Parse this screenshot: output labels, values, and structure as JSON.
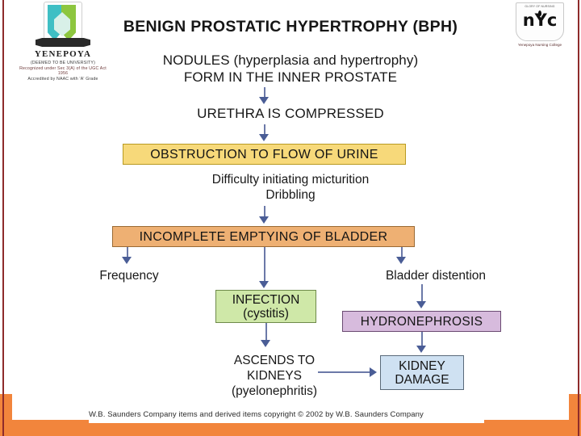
{
  "slide": {
    "title": "BENIGN PROSTATIC HYPERTROPHY (BPH)",
    "copyright": "W.B. Saunders Company items and derived items copyright © 2002 by W.B. Saunders Company",
    "colors": {
      "band": "#f2853c",
      "edge_rule": "#8e2b2b",
      "connector": "#6b79a8",
      "arrow": "#4a5d96"
    }
  },
  "logo_left": {
    "name": "YENEPOYA",
    "line1": "(DEEMED TO BE UNIVERSITY)",
    "line2": "Recognized under Sec 3(A) of the UGC Act 1956",
    "line3": "Accredited by NAAC with 'A' Grade"
  },
  "logo_right": {
    "motto": "GLORY OF NURSING",
    "monogram": "nYc",
    "name": "Yenepoya Nursing College"
  },
  "flow": {
    "lead_line1": "NODULES (hyperplasia and hypertrophy)",
    "lead_line2": "FORM IN THE INNER PROSTATE",
    "urethra": "URETHRA IS COMPRESSED",
    "obstruction": "OBSTRUCTION TO FLOW OF URINE",
    "symptom1": "Difficulty initiating micturition",
    "symptom2": "Dribbling",
    "incomplete": "INCOMPLETE EMPTYING OF BLADDER",
    "frequency": "Frequency",
    "bladder_distention": "Bladder distention",
    "infection_line1": "INFECTION",
    "infection_line2": "(cystitis)",
    "hydronephrosis": "HYDRONEPHROSIS",
    "ascends_line1": "ASCENDS TO",
    "ascends_line2": "KIDNEYS",
    "ascends_line3": "(pyelonephritis)",
    "kidney_line1": "KIDNEY",
    "kidney_line2": "DAMAGE"
  }
}
